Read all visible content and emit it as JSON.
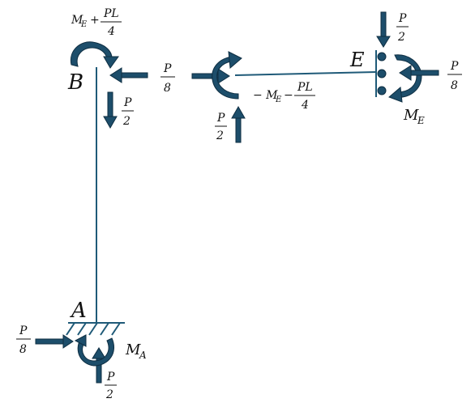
{
  "labels": {
    "A": "A",
    "B": "B",
    "E": "E",
    "M_A": "M",
    "M_A_sub": "A",
    "M_E": "M",
    "M_E_sub": "E"
  },
  "fractions": {
    "P": "P",
    "two": "2",
    "eight": "8",
    "PL": "PL",
    "four": "4"
  },
  "expressions": {
    "top_B_prefix": "M",
    "top_B_sub": "E",
    "top_B_op": "+",
    "mid_prefix": "− M",
    "mid_sub": "E",
    "mid_op": "−"
  },
  "colors": {
    "arrow_fill": "#1d4e6b",
    "member": "#1f5a78"
  }
}
